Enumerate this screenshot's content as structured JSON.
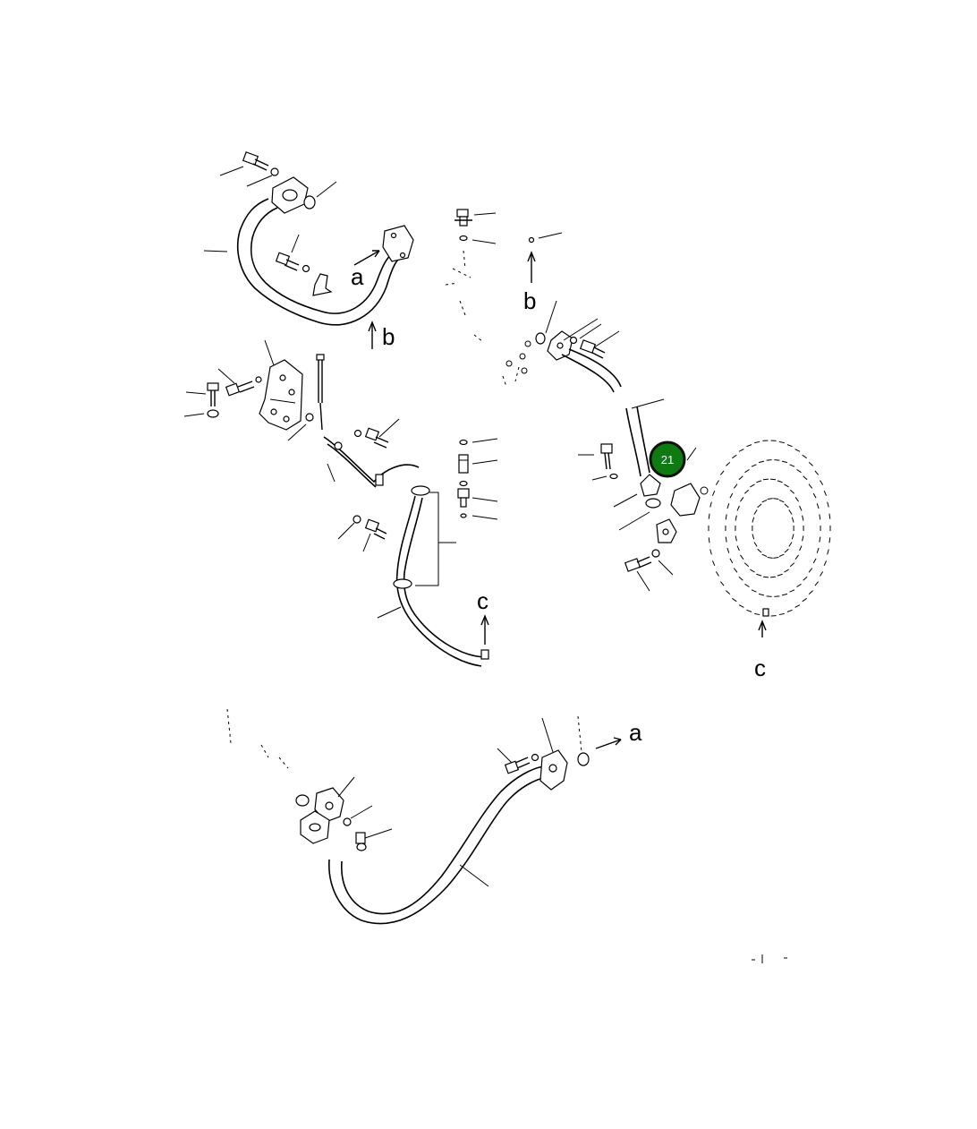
{
  "diagram": {
    "ref_markers": {
      "a_upper": "a",
      "a_lower": "a",
      "b_upper": "b",
      "b_right": "b",
      "c_left": "c",
      "c_right": "c"
    },
    "callout": {
      "label": "21",
      "color": "#0f7a12",
      "ring": "#111111"
    }
  }
}
